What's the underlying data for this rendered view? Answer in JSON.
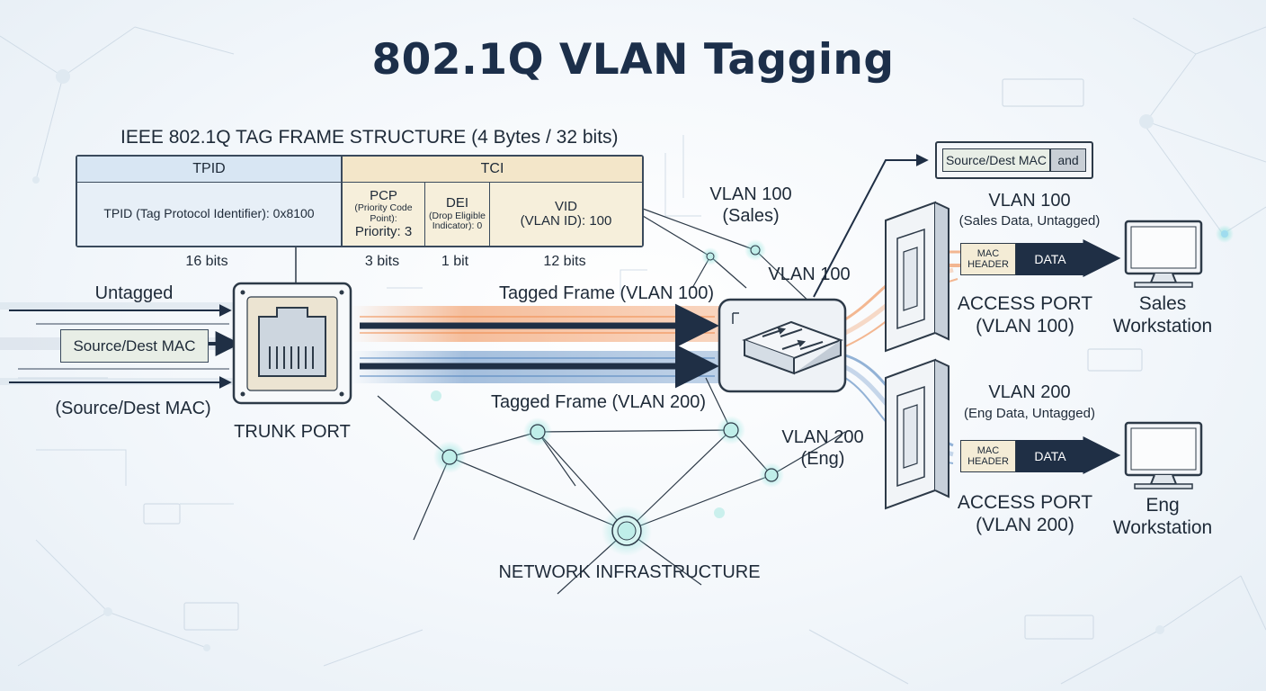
{
  "title": "802.1Q VLAN Tagging",
  "frame": {
    "heading": "IEEE 802.1Q TAG FRAME STRUCTURE (4 Bytes / 32 bits)",
    "tpid_header": "TPID",
    "tci_header": "TCI",
    "tpid_body": "TPID (Tag Protocol Identifier): 0x8100",
    "pcp_title": "PCP",
    "pcp_sub": "(Priority Code Point):",
    "pcp_value": "Priority: 3",
    "dei_title": "DEI",
    "dei_sub": "(Drop Eligible Indicator): 0",
    "vid_title": "VID",
    "vid_value": "(VLAN ID): 100",
    "bits_tpid": "16 bits",
    "bits_pcp": "3 bits",
    "bits_dei": "1 bit",
    "bits_vid": "12 bits"
  },
  "left": {
    "untagged": "Untagged",
    "source_mac": "Source/Dest MAC",
    "source_mac_paren": "(Source/Dest MAC)",
    "trunk_port": "TRUNK PORT"
  },
  "middle": {
    "tagged_100": "Tagged Frame (VLAN 100)",
    "tagged_200": "Tagged Frame (VLAN 200)",
    "vlan100_sales_line1": "VLAN 100",
    "vlan100_sales_line2": "(Sales)",
    "vlan100": "VLAN 100",
    "vlan200_eng_line1": "VLAN 200",
    "vlan200_eng_line2": "(Eng)",
    "network": "NETWORK INFRASTRUCTURE"
  },
  "top_right": {
    "mac_label": "Source/Dest MAC",
    "and_label": "and"
  },
  "sales": {
    "vlan": "VLAN 100",
    "desc": "(Sales Data, Untagged)",
    "mac_header": "MAC HEADER",
    "data": "DATA",
    "port_line1": "ACCESS PORT",
    "port_line2": "(VLAN 100)",
    "ws_line1": "Sales",
    "ws_line2": "Workstation"
  },
  "eng": {
    "vlan": "VLAN 200",
    "desc": "(Eng Data, Untagged)",
    "mac_header": "MAC HEADER",
    "data": "DATA",
    "port_line1": "ACCESS PORT",
    "port_line2": "(VLAN 200)",
    "ws_line1": "Eng",
    "ws_line2": "Workstation"
  },
  "colors": {
    "vlan100": "#f08a4b",
    "vlan200": "#4f82bd",
    "tpid_fill": "#dbe8f4",
    "tci_fill": "#f5ead2",
    "node": "#6fcfc7",
    "dark": "#1f2f45"
  },
  "icons": [
    "rj45-port-icon",
    "switch-icon",
    "monitor-icon",
    "arrow-icon"
  ]
}
